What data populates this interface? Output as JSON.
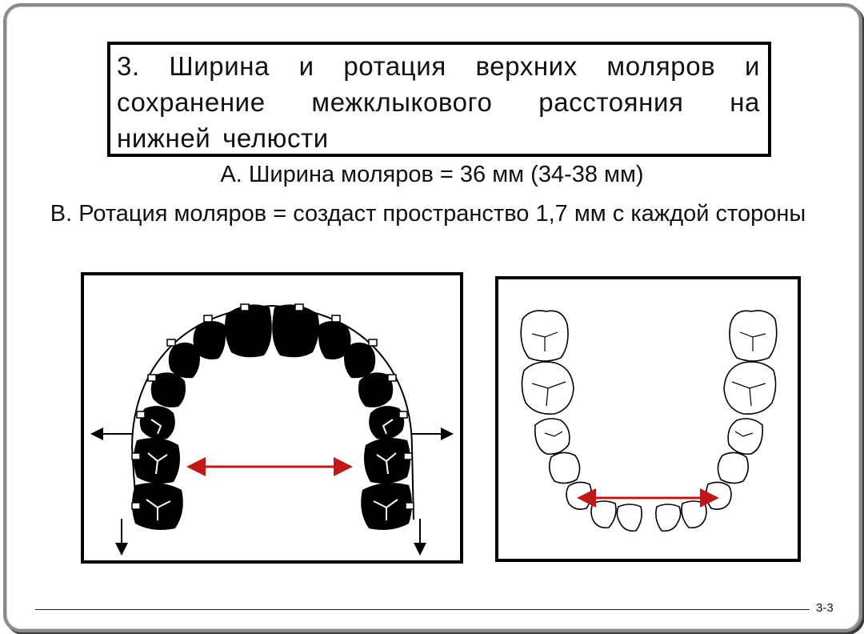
{
  "title": "3. Ширина и ротация верхних моляров и сохранение межклыкового расстояния на нижней челюсти",
  "line_a": "А. Ширина моляров = 36 мм (34-38 мм)",
  "line_b": "В. Ротация моляров = создаст пространство 1,7 мм с каждой стороны",
  "page_number": "3-3",
  "colors": {
    "arrow_red": "#c01818",
    "tooth_fill": "#000000",
    "frame_grey": "#8a8a8a"
  },
  "icons": {
    "expansion_arrows": "arrow-icon",
    "distal_arrows": "arrow-down-icon"
  }
}
